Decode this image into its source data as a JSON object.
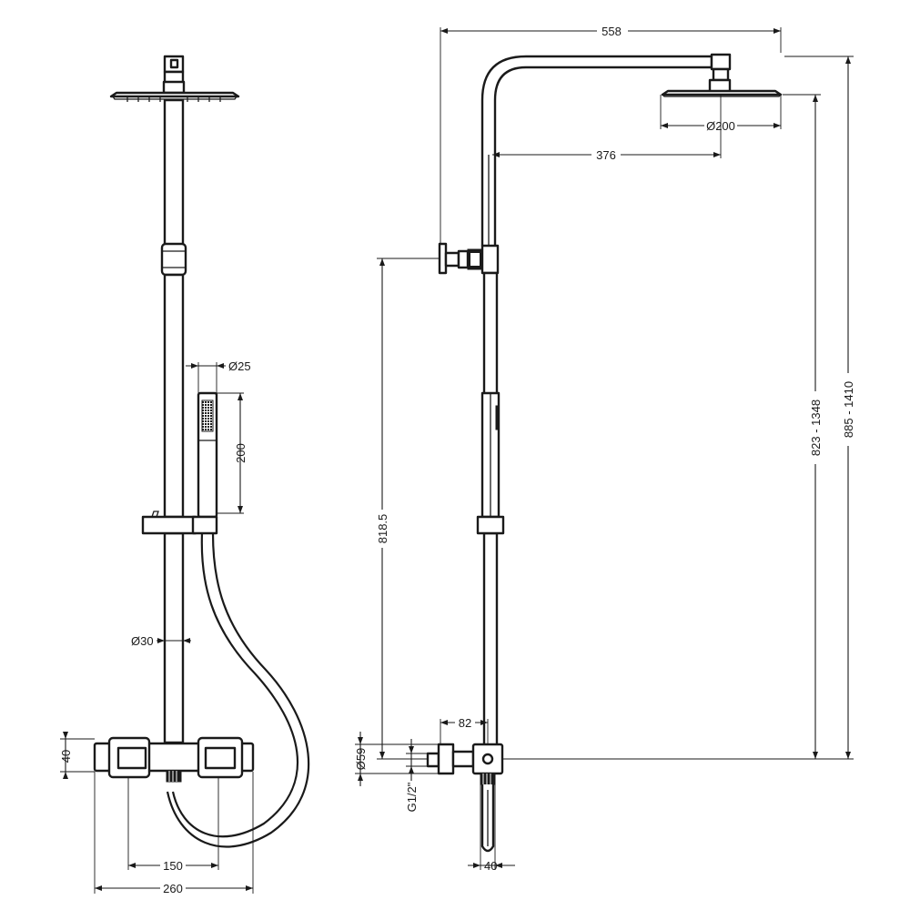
{
  "dimensions": {
    "handset_diameter": "Ø25",
    "handset_length": "200",
    "riser_diameter": "Ø30",
    "valve_height": "40",
    "valve_centres": "150",
    "valve_width": "260",
    "arm_projection": "558",
    "head_diameter": "Ø200",
    "head_offset": "376",
    "bracket_height": "818.5",
    "head_height_range": "823 - 1348",
    "overall_height_range": "885 - 1410",
    "inlet_projection": "82",
    "inlet_cover_diameter": "Ø59",
    "inlet_thread": "G1/2\"",
    "outlet_width": "40"
  },
  "colors": {
    "line": "#1a1a1a",
    "background": "#ffffff"
  }
}
